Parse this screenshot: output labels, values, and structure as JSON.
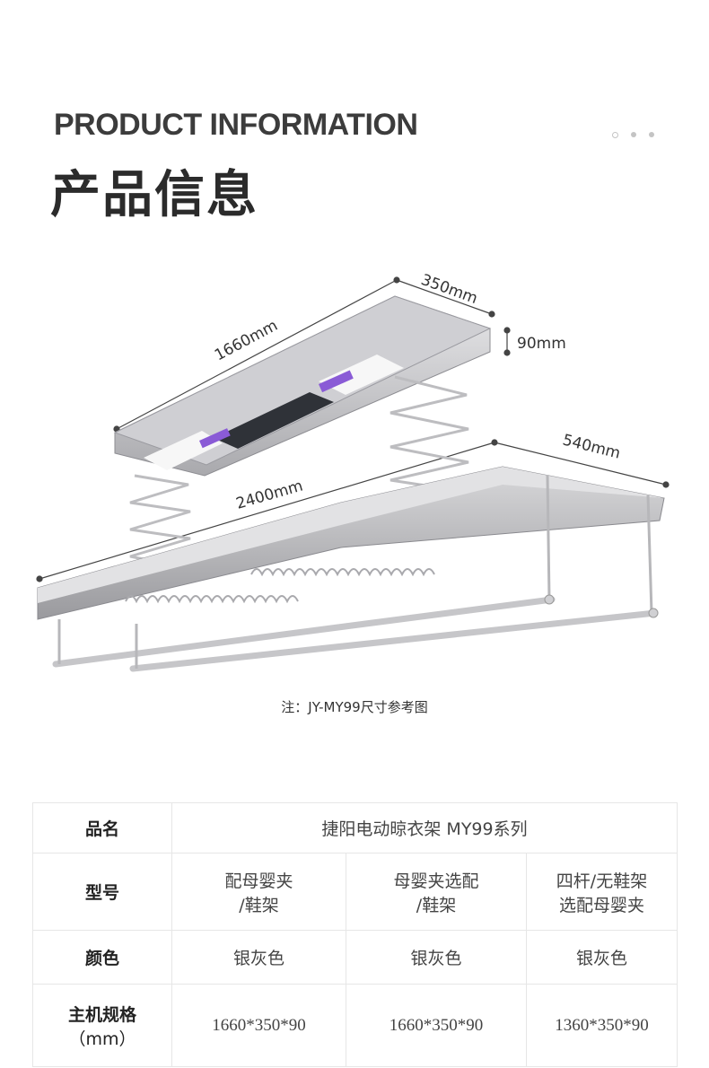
{
  "header": {
    "title_en": "PRODUCT INFORMATION",
    "title_cn": "产品信息"
  },
  "figure": {
    "dimensions": {
      "length_top": "1660mm",
      "width_top": "350mm",
      "height_top": "90mm",
      "length_bottom": "2400mm",
      "width_bottom": "540mm"
    },
    "caption": "注：JY-MY99尺寸参考图"
  },
  "specs": {
    "name": {
      "label": "品名",
      "value": "捷阳电动晾衣架 MY99系列"
    },
    "model": {
      "label": "型号",
      "values": [
        {
          "line1": "配母婴夹",
          "line2": "/鞋架"
        },
        {
          "line1": "母婴夹选配",
          "line2": "/鞋架"
        },
        {
          "line1": "四杆/无鞋架",
          "line2": "选配母婴夹"
        }
      ]
    },
    "color": {
      "label": "颜色",
      "values": [
        "银灰色",
        "银灰色",
        "银灰色"
      ]
    },
    "size": {
      "label_line1": "主机规格",
      "label_line2": "（mm）",
      "values": [
        "1660*350*90",
        "1660*350*90",
        "1360*350*90"
      ]
    }
  }
}
